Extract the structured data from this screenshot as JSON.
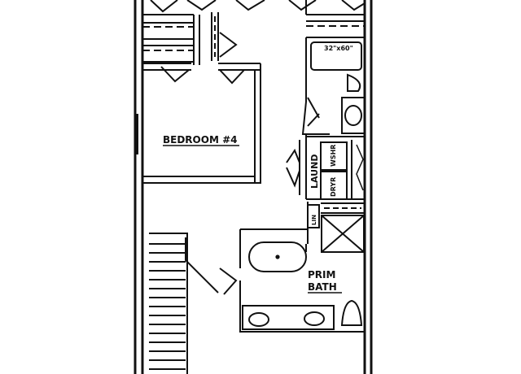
{
  "rooms": {
    "bedroom": "BEDROOM #4",
    "laundry": "LAUND",
    "washer": "WSHR",
    "dryer": "DRYR",
    "primary_bath_line1": "PRIM",
    "primary_bath_line2": "BATH",
    "tub_size": "32\"x60\"",
    "linen": "LIN"
  },
  "colors": {
    "line": "#111111",
    "background": "#ffffff"
  }
}
